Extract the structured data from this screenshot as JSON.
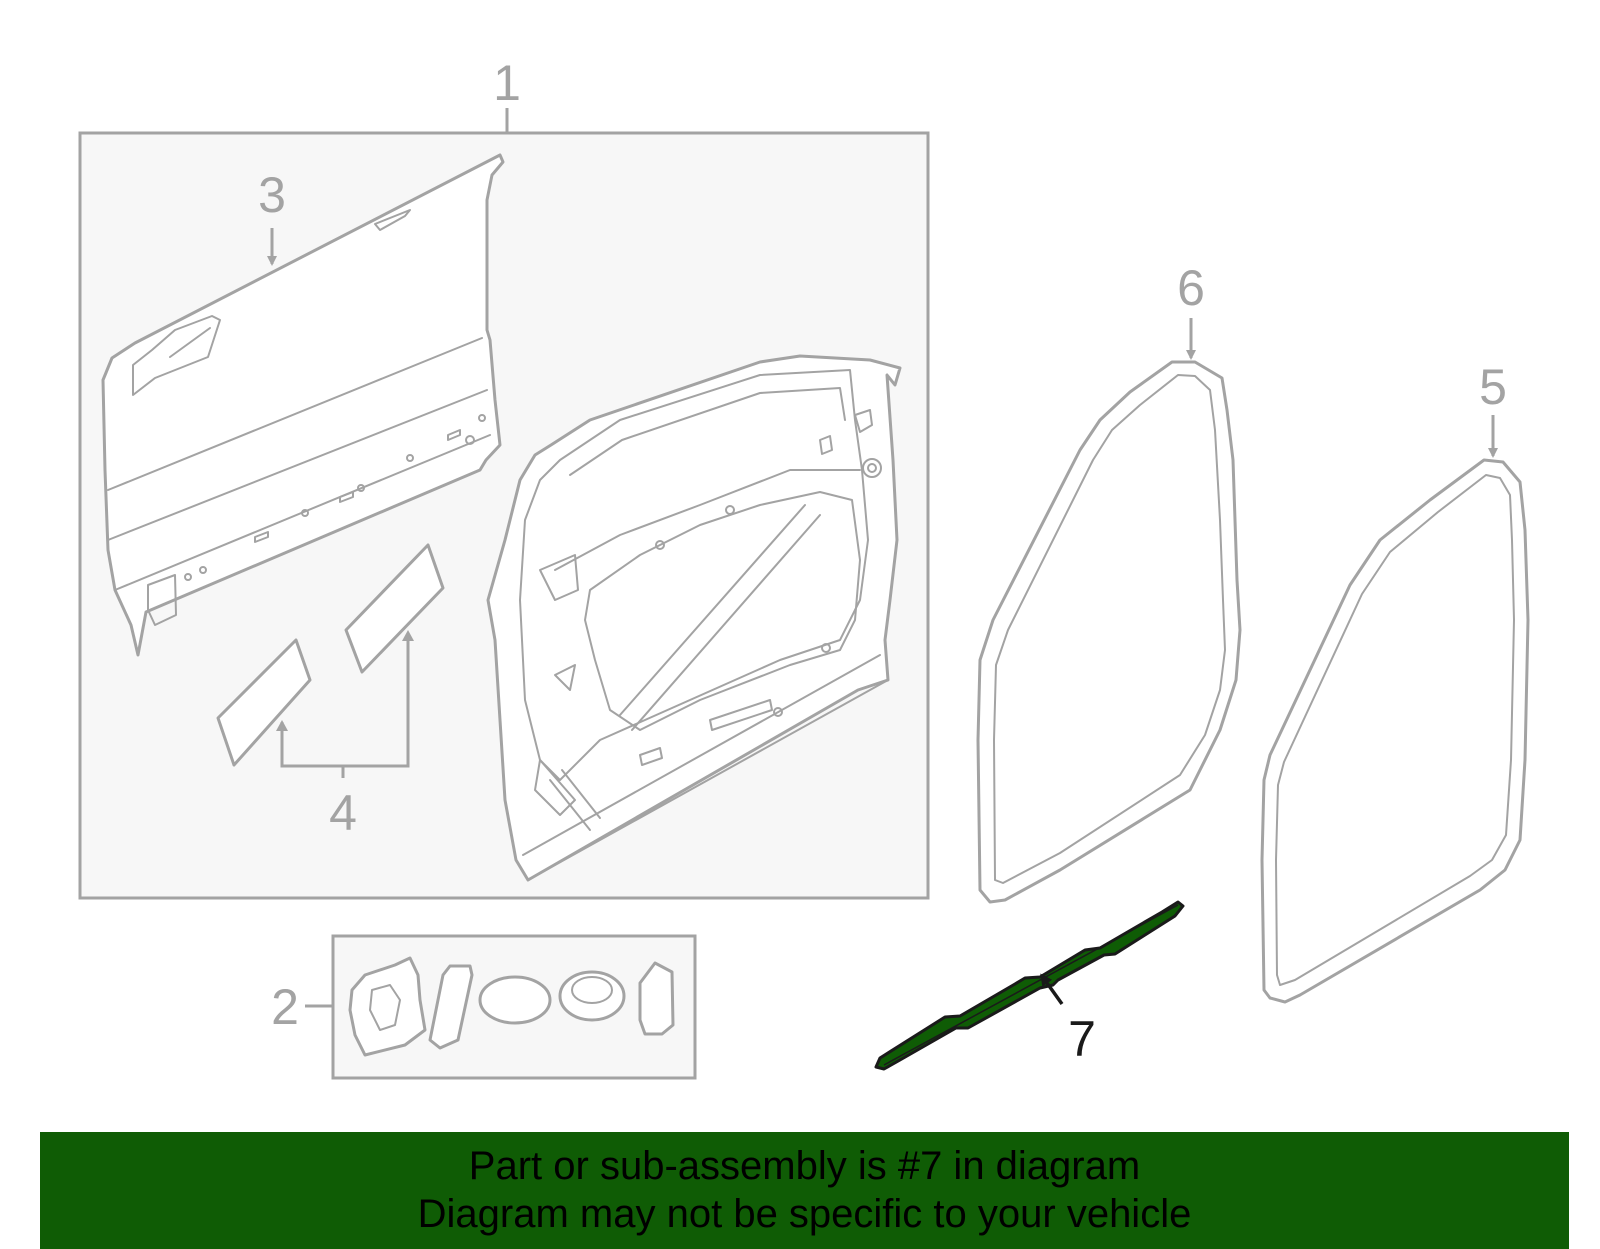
{
  "callouts": {
    "c1": "1",
    "c2": "2",
    "c3": "3",
    "c4": "4",
    "c5": "5",
    "c6": "6",
    "c7": "7"
  },
  "highlight_color": "#0f5c05",
  "banner": {
    "line1": "Part or sub-assembly is #7 in diagram",
    "line2": "Diagram may not be specific to your vehicle"
  }
}
